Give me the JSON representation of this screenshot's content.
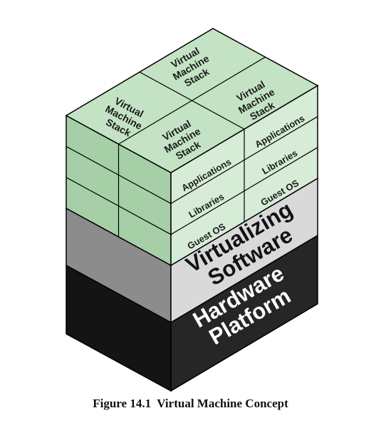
{
  "diagram": {
    "top_stacks": [
      {
        "label_lines": [
          "Virtual",
          "Machine",
          "Stack"
        ]
      },
      {
        "label_lines": [
          "Virtual",
          "Machine",
          "Stack"
        ]
      },
      {
        "label_lines": [
          "Virtual",
          "Machine",
          "Stack"
        ]
      },
      {
        "label_lines": [
          "Virtual",
          "Machine",
          "Stack"
        ]
      }
    ],
    "stack_layers": [
      "Applications",
      "Libraries",
      "Guest OS"
    ],
    "virtualizing": {
      "lines": [
        "Virtualizing",
        "Software"
      ]
    },
    "hardware": {
      "lines": [
        "Hardware",
        "Platform"
      ]
    },
    "colors": {
      "vm_top": "#c4e3c5",
      "vm_right": "#d6ecd6",
      "vm_left": "#a6cfa8",
      "virt_right": "#d9d9d9",
      "virt_left": "#8c8c8c",
      "hw_right": "#262626",
      "hw_left": "#141414"
    }
  },
  "caption": "Figure 14.1  Virtual Machine Concept"
}
